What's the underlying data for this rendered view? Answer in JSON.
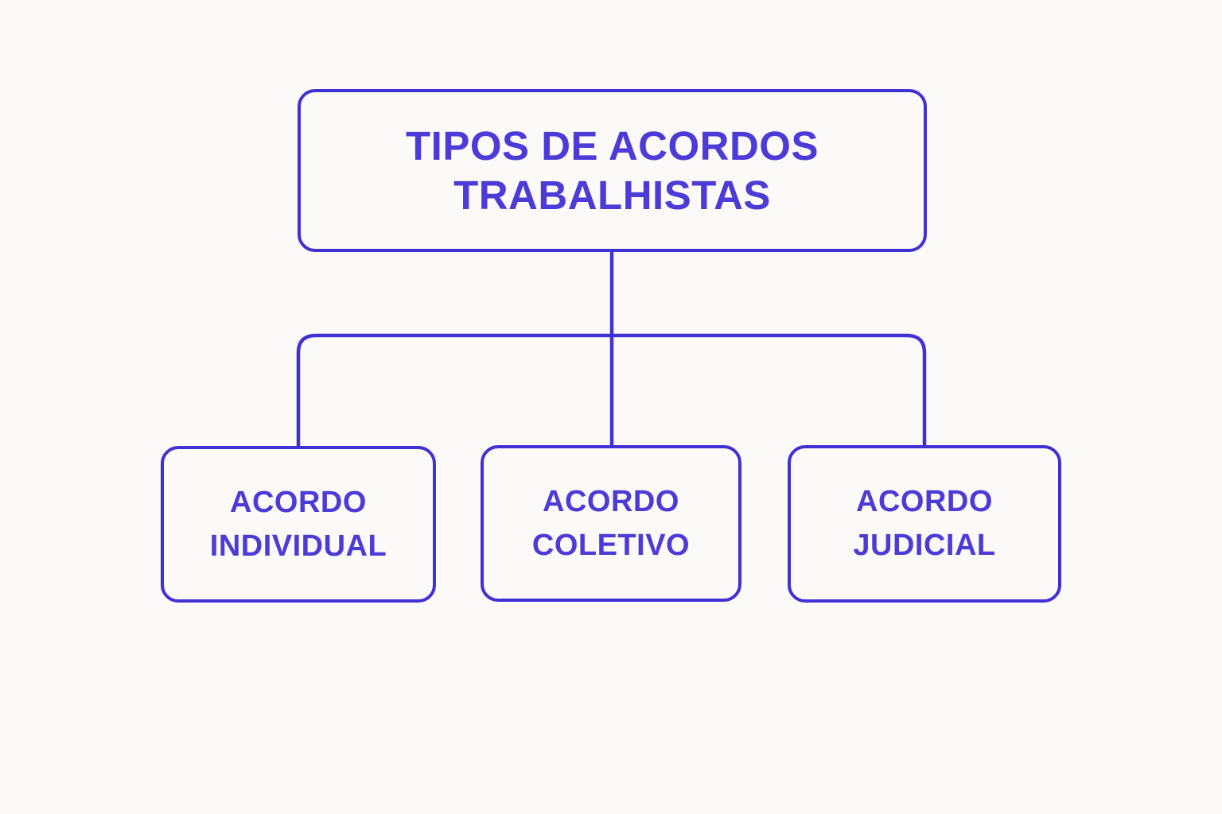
{
  "diagram": {
    "type": "flowchart",
    "title": "TIPOS DE ACORDOS TRABALHISTAS",
    "root": {
      "label": "TIPOS DE ACORDOS\nTRABALHISTAS"
    },
    "children": [
      {
        "label": "ACORDO\nINDIVIDUAL"
      },
      {
        "label": "ACORDO\nCOLETIVO"
      },
      {
        "label": "ACORDO\nJUDICIAL"
      }
    ],
    "colors": {
      "accent": "#4130d4",
      "text": "#4d3bd8",
      "background": "#fbfaf8"
    }
  }
}
